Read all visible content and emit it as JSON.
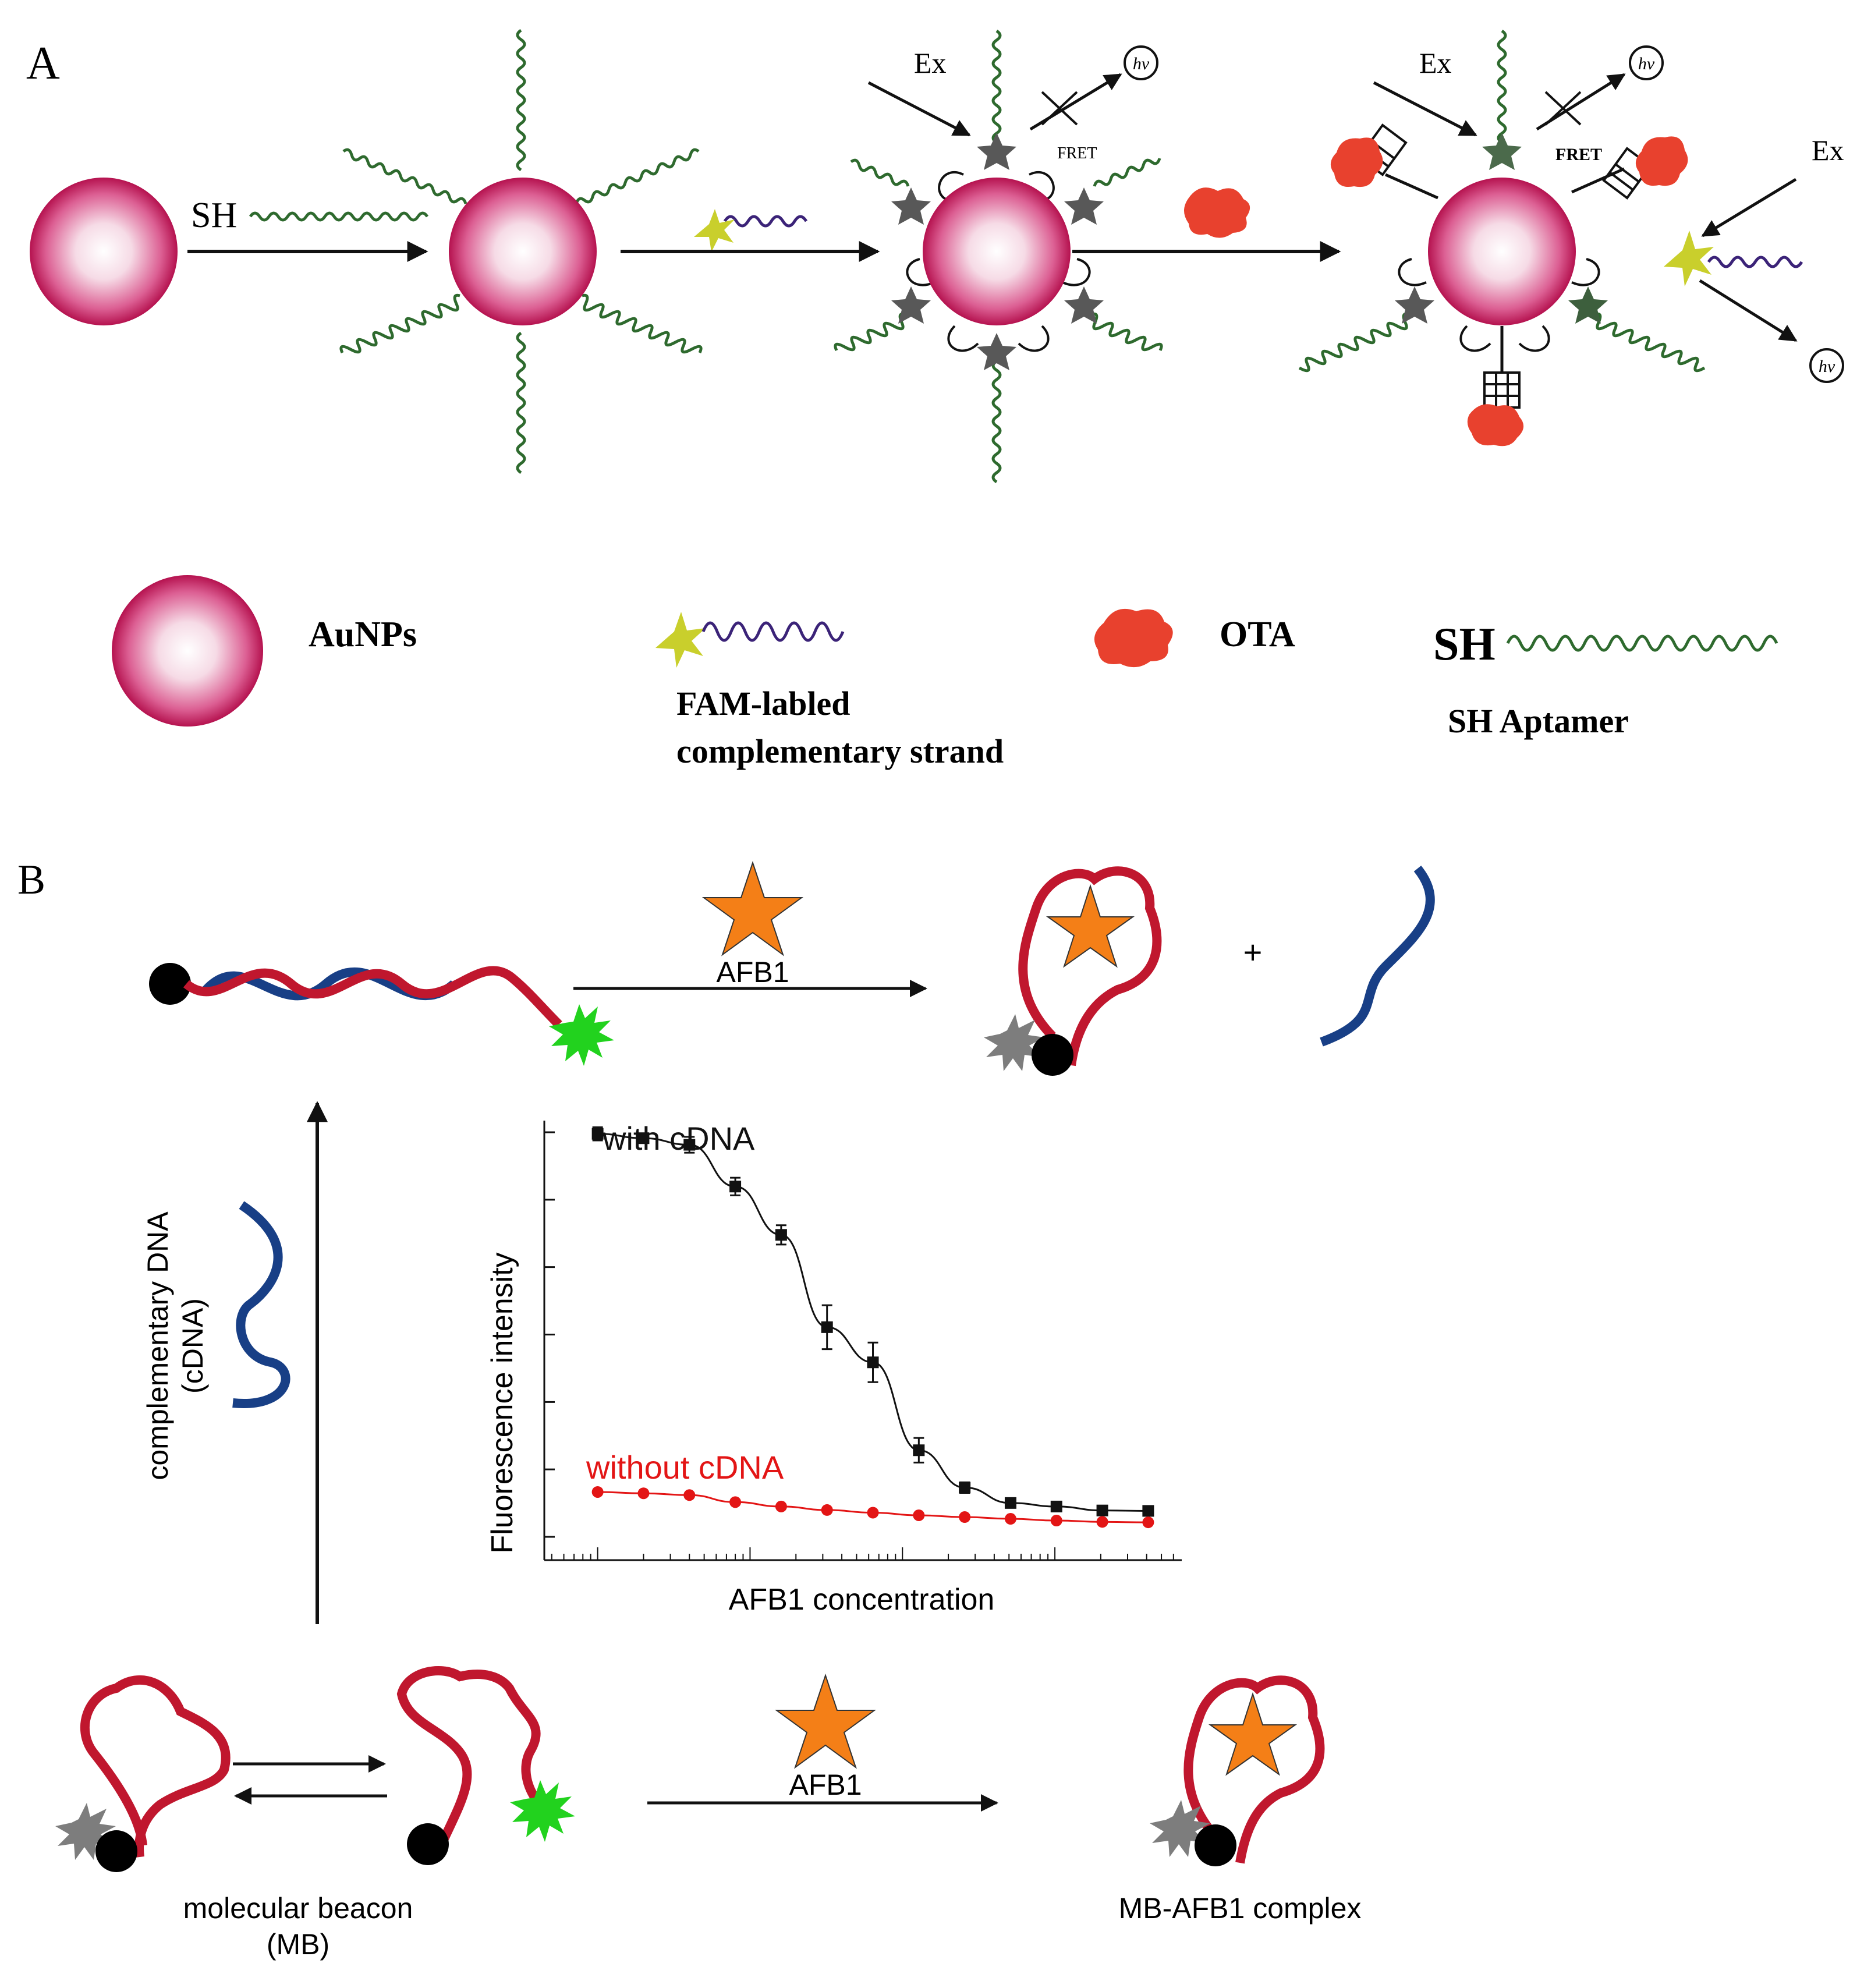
{
  "panel_a": {
    "label": "A",
    "reaction": {
      "sh_label": "SH",
      "ex_label": "Ex",
      "hv_label": "hν",
      "fret_label": "FRET"
    },
    "legend": {
      "aunps": "AuNPs",
      "fam_line1": "FAM-labled",
      "fam_line2": "complementary strand",
      "ota": "OTA",
      "sh_symbol": "SH",
      "sh_aptamer": "SH Aptamer"
    }
  },
  "panel_b": {
    "label": "B",
    "afb1_label": "AFB1",
    "plus": "+",
    "cdna_line1": "complementary DNA",
    "cdna_line2": "(cDNA)",
    "mb_line1": "molecular beacon",
    "mb_line2": "(MB)",
    "complex_label": "MB-AFB1 complex"
  },
  "colors": {
    "gold_np": "#c8185f",
    "aptamer": "#2e6a2e",
    "fam_strand": "#3b2378",
    "fam_star": "#c9cf2c",
    "ota": "#e8412e",
    "mb_red": "#c0172e",
    "cdna_blue": "#183f86",
    "green_fluor": "#22d21e",
    "afb1_star": "#f47f17",
    "quencher_star": "#7d7d7d",
    "curve_red": "#e31515"
  },
  "chart_data": {
    "type": "line",
    "x_scale": "log",
    "xlabel": "AFB1 concentration",
    "ylabel": "Fluorescence intensity",
    "x": [
      1,
      2,
      4,
      8,
      16,
      32,
      64,
      128,
      256,
      512,
      1024,
      2048,
      4096
    ],
    "series": [
      {
        "name": "with cDNA",
        "color": "#111111",
        "marker": "square",
        "values": [
          0.97,
          0.96,
          0.945,
          0.85,
          0.74,
          0.53,
          0.45,
          0.25,
          0.165,
          0.13,
          0.122,
          0.113,
          0.112
        ],
        "errors": [
          0.015,
          0.008,
          0.018,
          0.02,
          0.022,
          0.05,
          0.045,
          0.028,
          0.012,
          0.006,
          0.005,
          0.004,
          0.004
        ]
      },
      {
        "name": "without cDNA",
        "color": "#e31515",
        "marker": "circle",
        "values": [
          0.155,
          0.152,
          0.148,
          0.132,
          0.122,
          0.114,
          0.108,
          0.102,
          0.098,
          0.094,
          0.09,
          0.087,
          0.086
        ]
      }
    ]
  }
}
